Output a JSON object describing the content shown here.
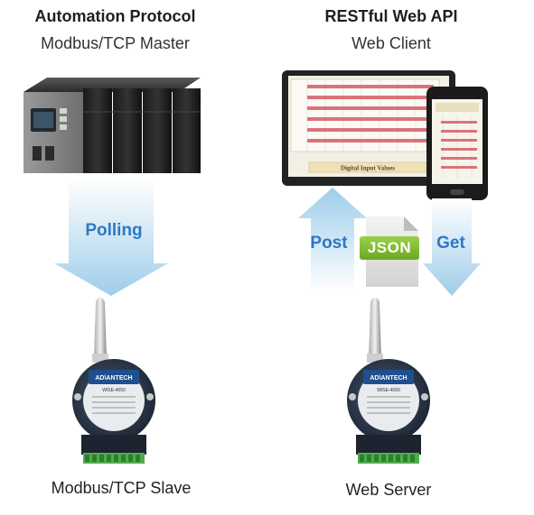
{
  "left": {
    "title": "Automation Protocol",
    "subtitle": "Modbus/TCP Master",
    "arrow_label": "Polling",
    "caption": "Modbus/TCP Slave"
  },
  "right": {
    "title": "RESTful Web API",
    "subtitle": "Web Client",
    "post_label": "Post",
    "get_label": "Get",
    "json_label": "JSON",
    "caption": "Web Server",
    "tablet_panel_label": "Digital Input Values"
  },
  "device": {
    "brand": "AD\\ANTECH",
    "model": "WISE-4050"
  }
}
